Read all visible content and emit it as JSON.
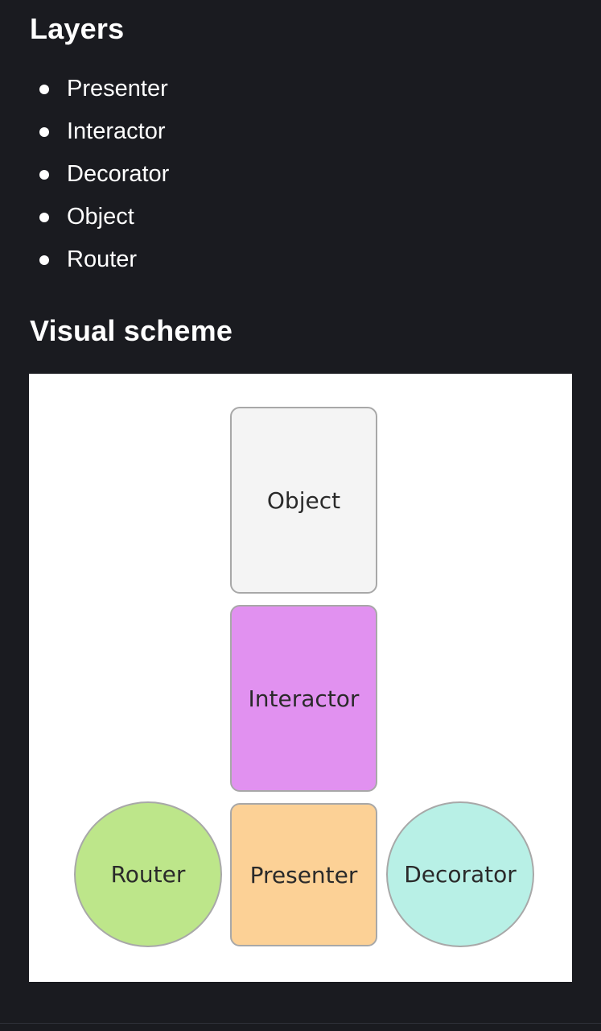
{
  "layers": {
    "title": "Layers",
    "items": [
      "Presenter",
      "Interactor",
      "Decorator",
      "Object",
      "Router"
    ]
  },
  "scheme": {
    "title": "Visual scheme",
    "blocks": {
      "object": {
        "label": "Object",
        "color": "#f4f4f4"
      },
      "interactor": {
        "label": "Interactor",
        "color": "#e191f0"
      },
      "presenter": {
        "label": "Presenter",
        "color": "#fcd196"
      },
      "router": {
        "label": "Router",
        "color": "#bde68a"
      },
      "decorator": {
        "label": "Decorator",
        "color": "#b8f0e6"
      }
    }
  },
  "theme": {
    "background": "#1a1b20",
    "text": "#ffffff"
  }
}
